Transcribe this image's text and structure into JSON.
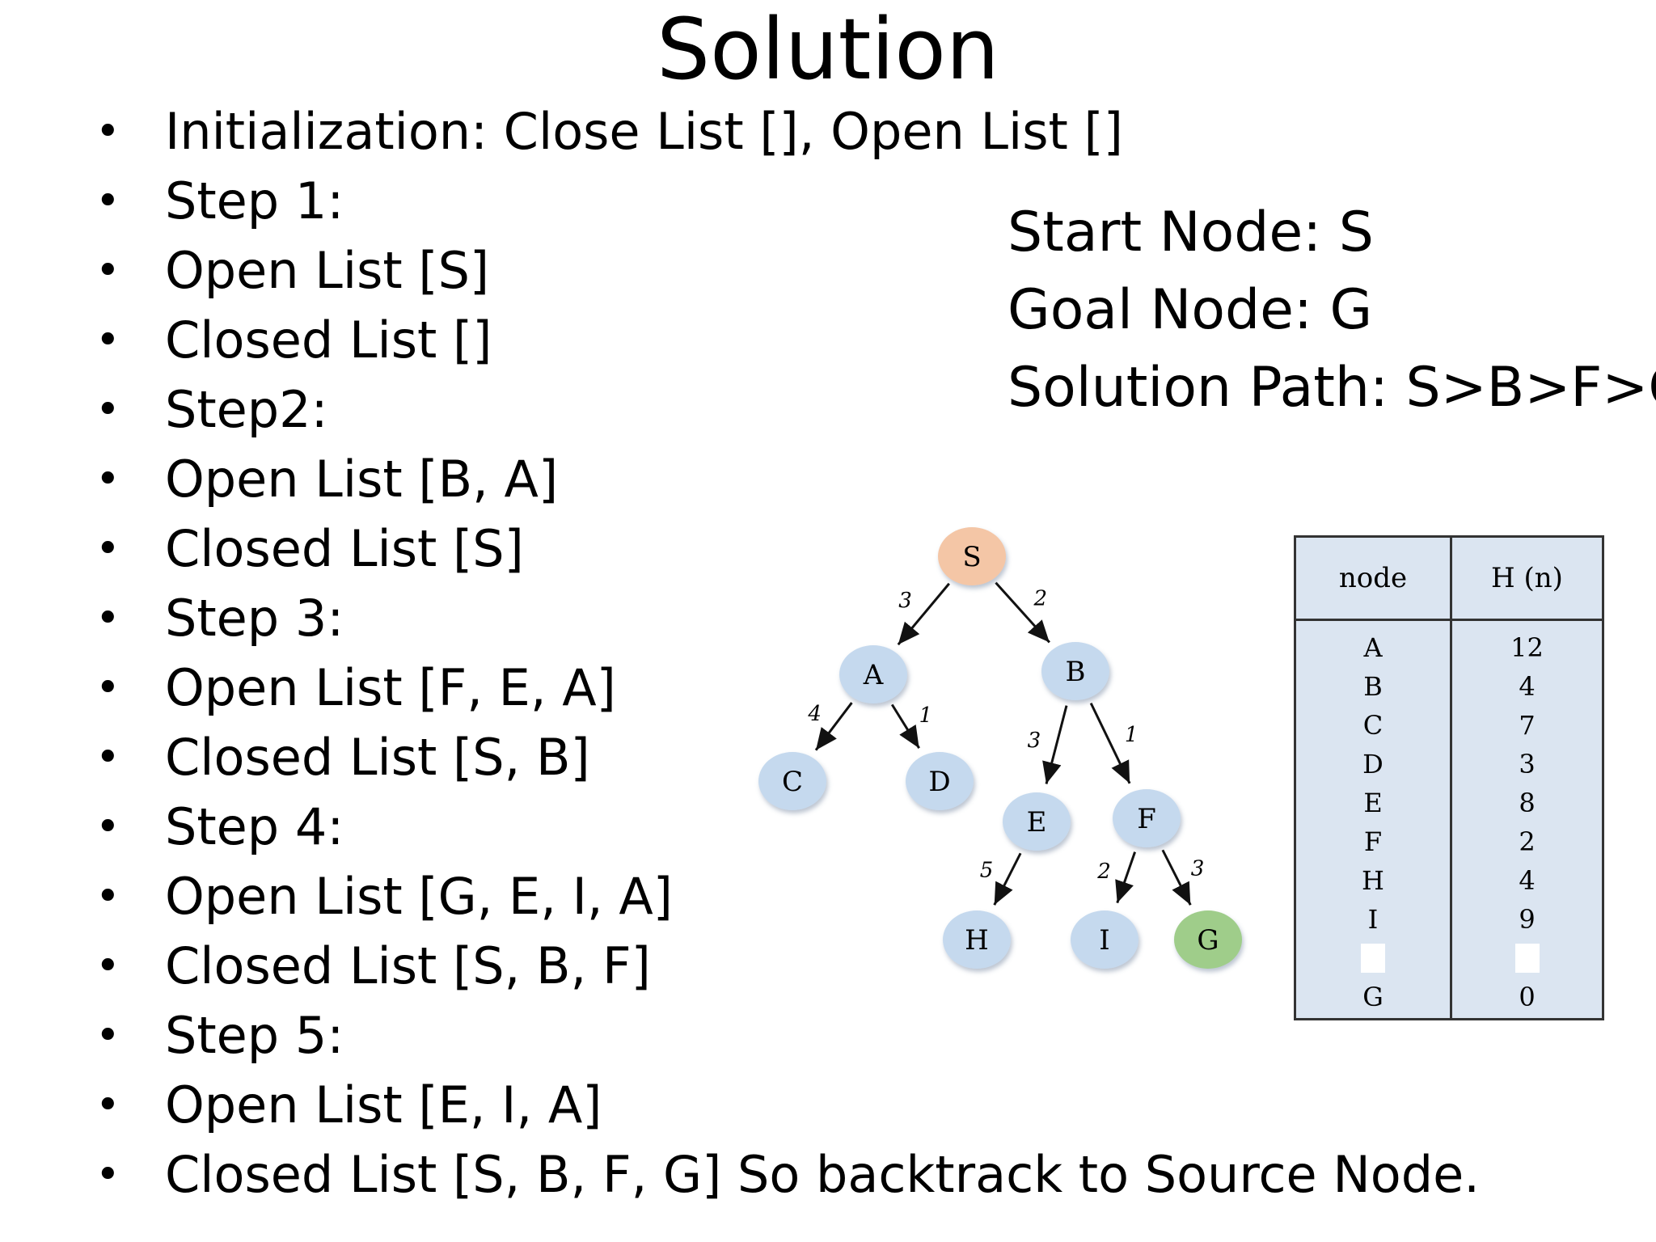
{
  "title": "Solution",
  "bullets": [
    "Initialization: Close List [], Open List []",
    "Step 1:",
    "Open List [S]",
    "Closed List []",
    "Step2:",
    "Open List [B, A]",
    "Closed List [S]",
    "Step 3:",
    "Open List [F, E, A]",
    "Closed List [S, B]",
    "Step 4:",
    "Open List [G, E, I, A]",
    "Closed List [S, B, F]",
    "Step 5:",
    "Open List [E, I, A]",
    "Closed List [S, B, F, G] So backtrack to Source Node."
  ],
  "info": {
    "start": "Start Node: S",
    "goal": "Goal Node: G",
    "path": "Solution Path: S>B>F>G"
  },
  "tree": {
    "nodes": [
      {
        "id": "S",
        "label": "S",
        "color": "#f4c6a6"
      },
      {
        "id": "A",
        "label": "A",
        "color": "#c5d9ee"
      },
      {
        "id": "B",
        "label": "B",
        "color": "#c5d9ee"
      },
      {
        "id": "C",
        "label": "C",
        "color": "#c5d9ee"
      },
      {
        "id": "D",
        "label": "D",
        "color": "#c5d9ee"
      },
      {
        "id": "E",
        "label": "E",
        "color": "#c5d9ee"
      },
      {
        "id": "F",
        "label": "F",
        "color": "#c5d9ee"
      },
      {
        "id": "H",
        "label": "H",
        "color": "#c5d9ee"
      },
      {
        "id": "I",
        "label": "I",
        "color": "#c5d9ee"
      },
      {
        "id": "G",
        "label": "G",
        "color": "#9fcd8a"
      }
    ],
    "edges": [
      {
        "from": "S",
        "to": "A",
        "weight": "3"
      },
      {
        "from": "S",
        "to": "B",
        "weight": "2"
      },
      {
        "from": "A",
        "to": "C",
        "weight": "4"
      },
      {
        "from": "A",
        "to": "D",
        "weight": "1"
      },
      {
        "from": "B",
        "to": "E",
        "weight": "3"
      },
      {
        "from": "B",
        "to": "F",
        "weight": "1"
      },
      {
        "from": "E",
        "to": "H",
        "weight": "5"
      },
      {
        "from": "F",
        "to": "I",
        "weight": "2"
      },
      {
        "from": "F",
        "to": "G",
        "weight": "3"
      }
    ]
  },
  "heuristic_table": {
    "headers": [
      "node",
      "H (n)"
    ],
    "nodes": [
      "A",
      "B",
      "C",
      "D",
      "E",
      "F",
      "H",
      "I",
      "",
      "G"
    ],
    "values": [
      "12",
      "4",
      "7",
      "3",
      "8",
      "2",
      "4",
      "9",
      "",
      "0"
    ]
  }
}
